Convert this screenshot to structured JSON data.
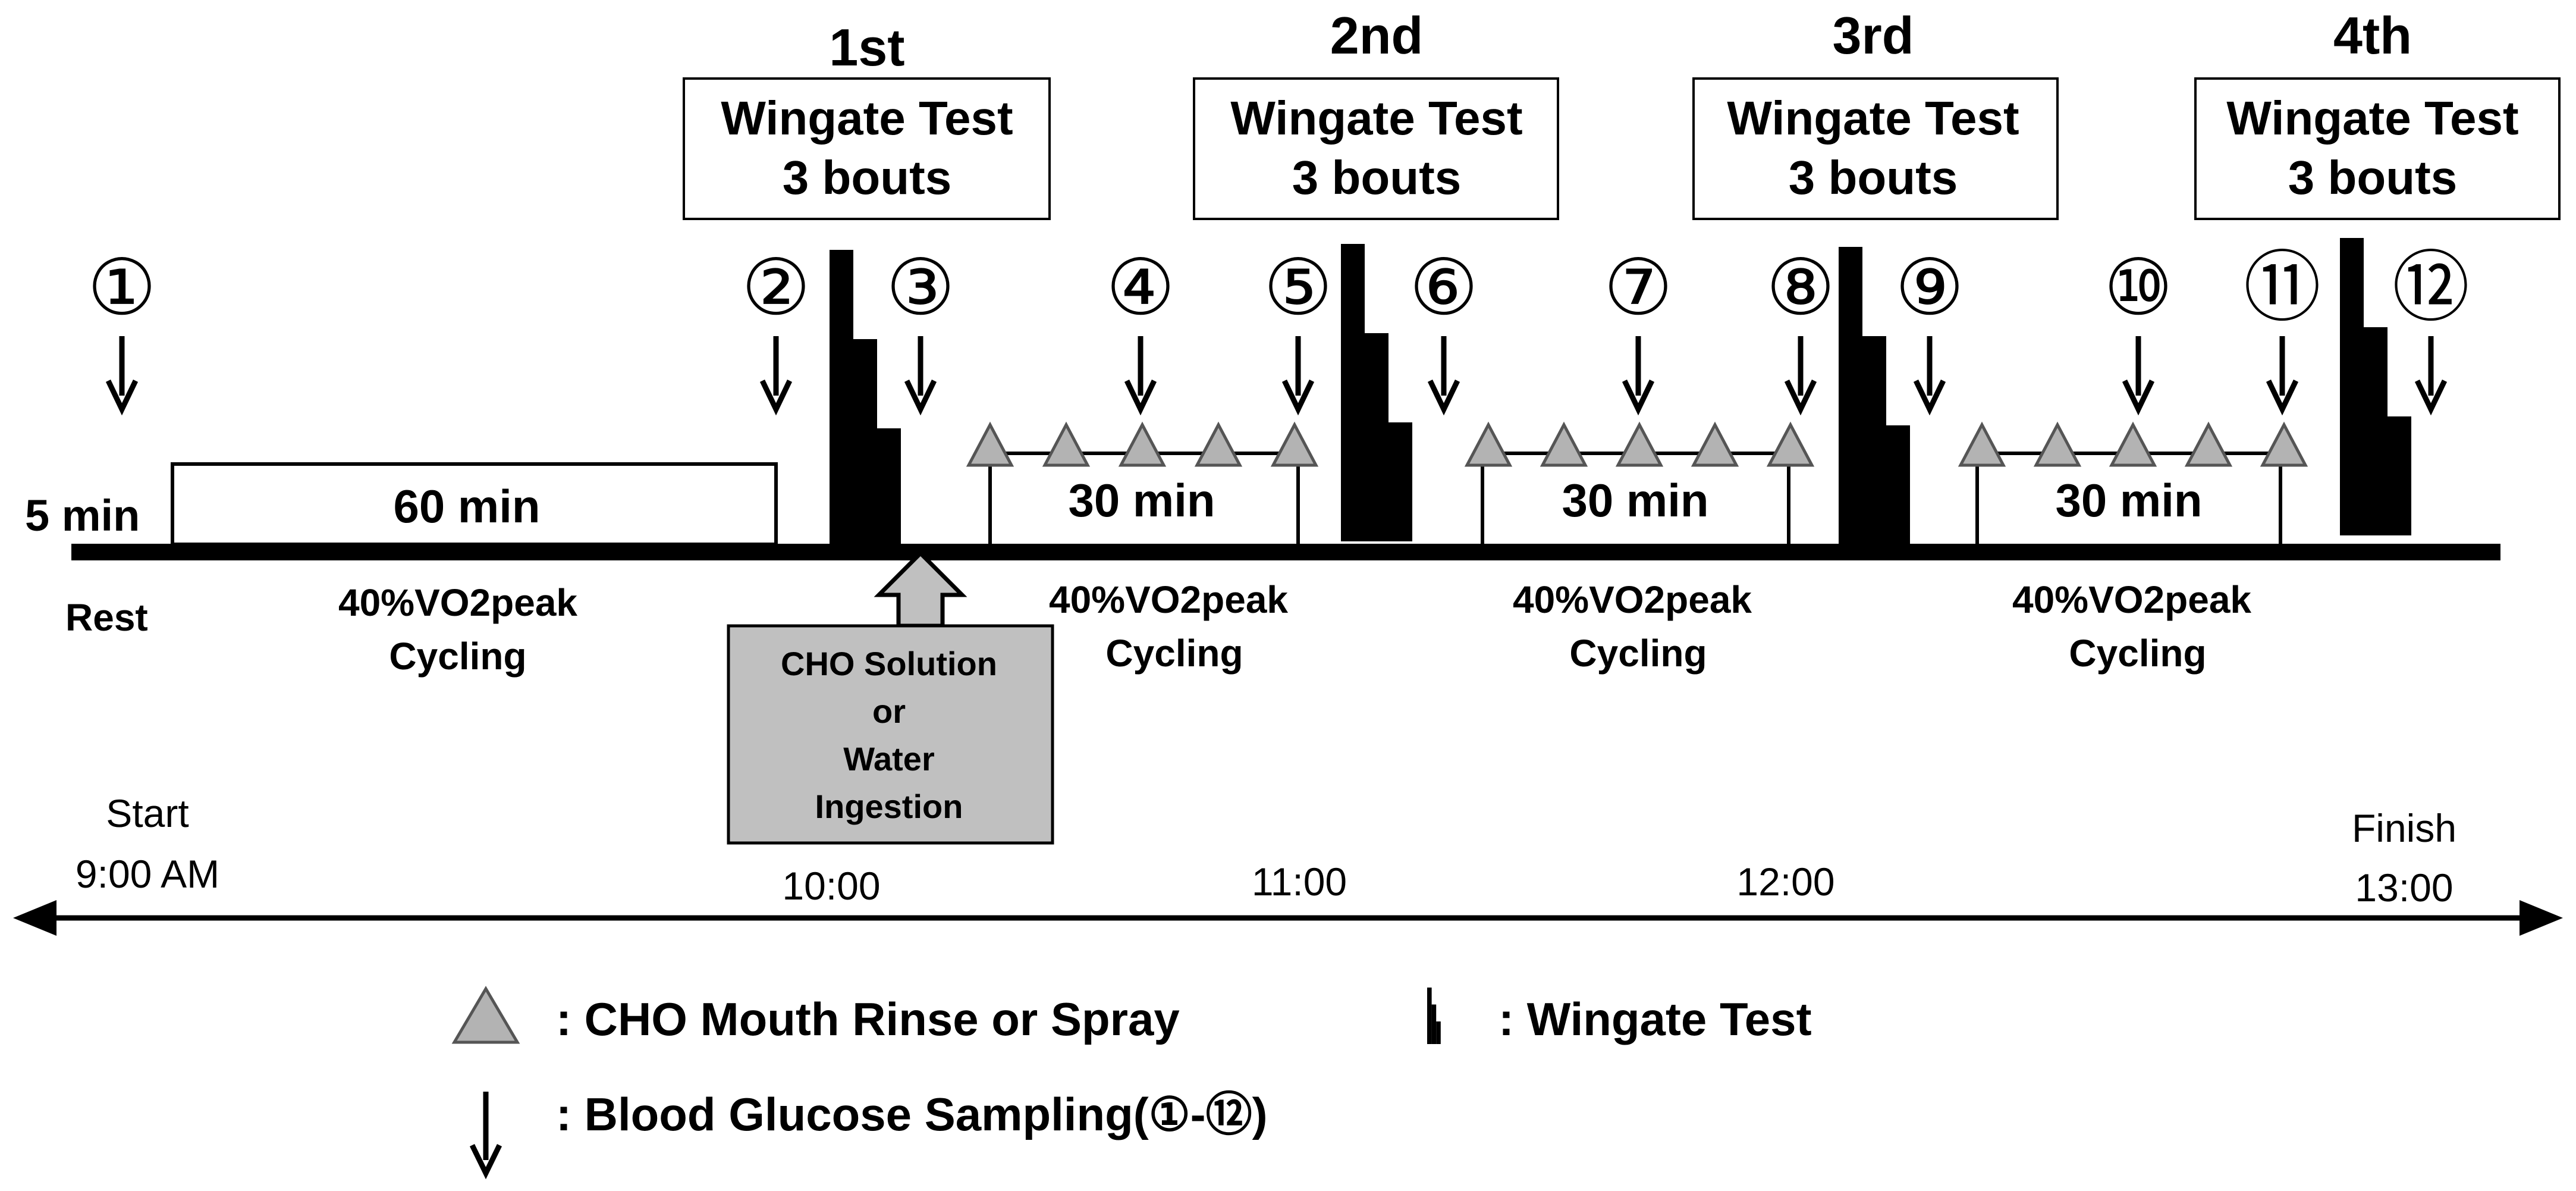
{
  "wingate_tests": [
    {
      "ordinal": "1st",
      "title": "Wingate Test",
      "bouts": "3 bouts"
    },
    {
      "ordinal": "2nd",
      "title": "Wingate Test",
      "bouts": "3 bouts"
    },
    {
      "ordinal": "3rd",
      "title": "Wingate Test",
      "bouts": "3 bouts"
    },
    {
      "ordinal": "4th",
      "title": "Wingate Test",
      "bouts": "3 bouts"
    }
  ],
  "samples": [
    "①",
    "②",
    "③",
    "④",
    "⑤",
    "⑥",
    "⑦",
    "⑧",
    "⑨",
    "⑩",
    "⑪",
    "⑫"
  ],
  "phases": {
    "rest_duration": "5 min",
    "rest_label": "Rest",
    "first_duration": "60 min",
    "interval_duration": "30 min",
    "intensity": "40%VO2peak",
    "activity": "Cycling"
  },
  "ingestion": {
    "line1": "CHO Solution",
    "line2": "or",
    "line3": "Water",
    "line4": "Ingestion"
  },
  "timeline": {
    "start_label": "Start",
    "start_time": "9:00 AM",
    "t1": "10:00",
    "t2": "11:00",
    "t3": "12:00",
    "finish_label": "Finish",
    "finish_time": "13:00"
  },
  "legend": {
    "rinse": ": CHO Mouth Rinse or Spray",
    "wingate": ": Wingate Test",
    "glucose": ": Blood Glucose Sampling(①-⑫)"
  },
  "colors": {
    "rinse_fill": "#b3b3b3",
    "ingestion_fill": "#c0c0c0",
    "ink": "#000000"
  }
}
